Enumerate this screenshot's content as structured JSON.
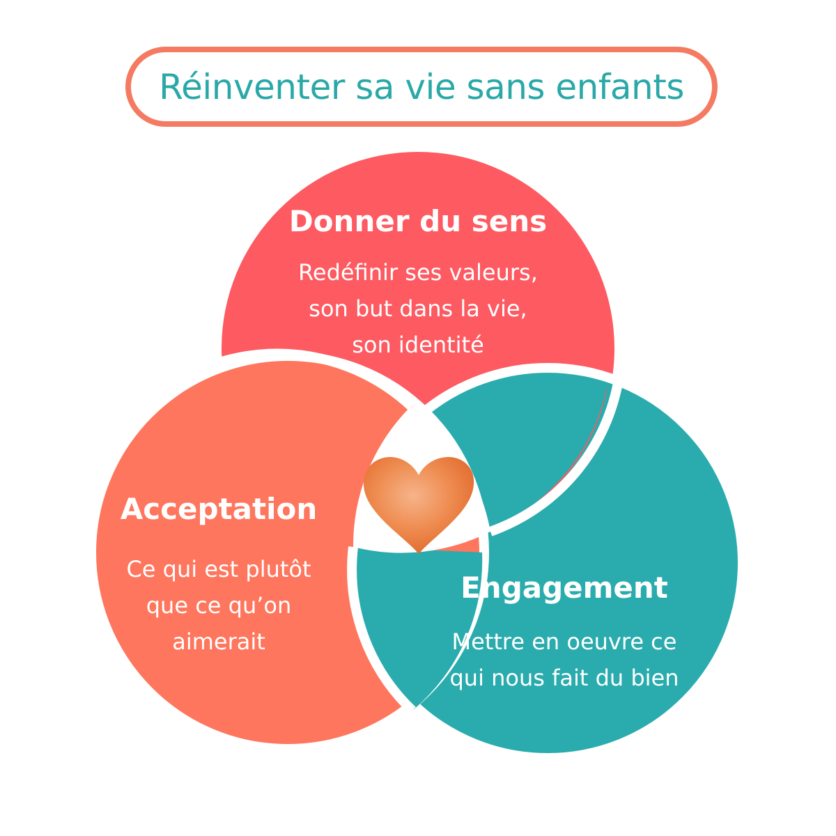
{
  "title": "Réinventer sa vie sans enfants",
  "colors": {
    "title_border": "#f47a62",
    "title_text": "#2aa8a8",
    "top_circle": "#fd5a61",
    "left_circle": "#fe765d",
    "right_circle": "#2aabad",
    "heart": "#f08040"
  },
  "circles": {
    "top": {
      "heading": "Donner du sens",
      "lines": [
        "Redéfinir ses valeurs,",
        "son but dans la vie,",
        "son identité"
      ]
    },
    "left": {
      "heading": "Acceptation",
      "lines": [
        "Ce qui est plutôt",
        "que ce qu’on",
        "aimerait"
      ]
    },
    "right": {
      "heading": "Engagement",
      "lines": [
        "Mettre en oeuvre ce",
        "qui nous fait du bien"
      ]
    }
  },
  "center_icon": "heart-icon"
}
